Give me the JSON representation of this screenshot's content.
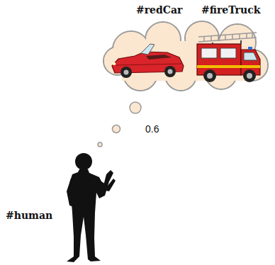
{
  "diagram": {
    "labels": [
      "#redCar",
      "#fireTruck",
      "0.6",
      "#human"
    ]
  }
}
